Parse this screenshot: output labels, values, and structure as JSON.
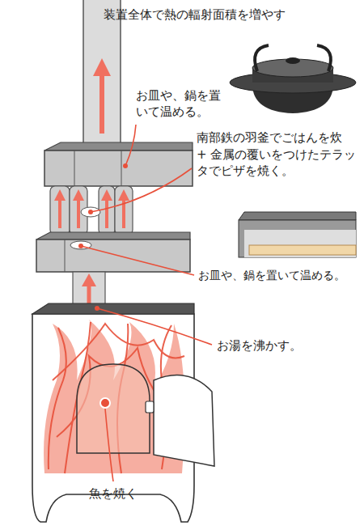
{
  "diagram": {
    "title": "装置全体で熱の輻射面積を増やす",
    "labels": [
      "お皿や、鍋を置いて温める。",
      "南部鉄の羽釜でごはんを炊",
      "+ 金属の覆いをつけたテラッタでピザを焼く。",
      "お皿や、鍋を置いて温める。",
      "お湯を沸かす。",
      "魚を焼く"
    ]
  }
}
